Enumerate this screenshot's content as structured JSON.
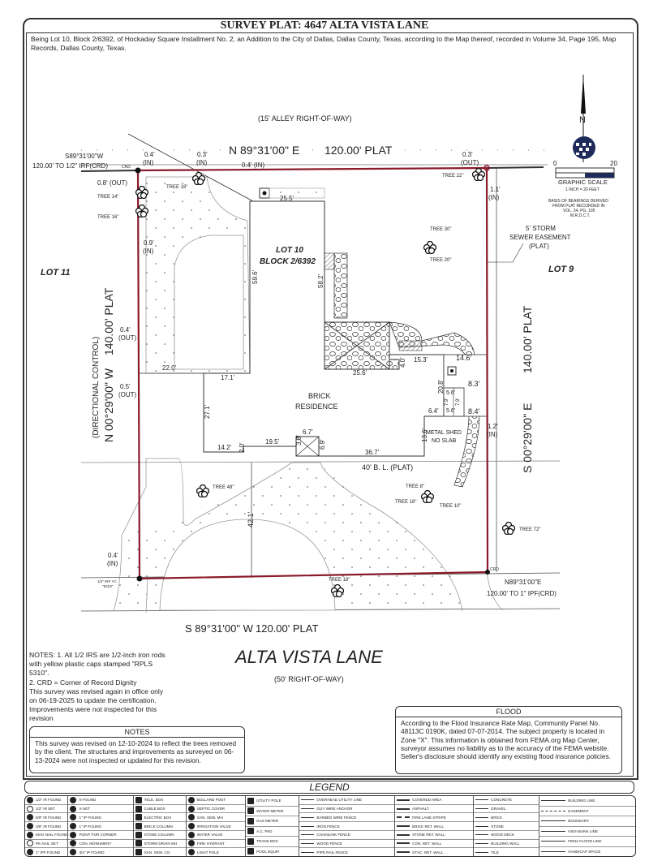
{
  "header": {
    "title": "SURVEY PLAT: 4647 ALTA VISTA LANE",
    "description": "Being Lot 10, Block 2/6392, of Hockaday Square Installment No. 2, an Addition to the City of Dallas, Dallas County, Texas, according to the Map thereof, recorded in Volume 34, Page 195, Map Records, Dallas County, Texas."
  },
  "colors": {
    "boundary": "#8b1a2a",
    "line": "#333333",
    "fill_navy": "#1d2a5a"
  },
  "north_arrow": {
    "letter": "N"
  },
  "scale": {
    "min": "0",
    "max": "20",
    "title": "GRAPHIC SCALE",
    "ratio": "1 INCH = 20 FEET",
    "basis": [
      "BASIS OF BEARINGS DERIVED",
      "FROM PLAT RECORDED IN",
      "VOL. 34, PG. 195",
      "M.R.D.C.T."
    ]
  },
  "labels": {
    "alley": "(15' ALLEY RIGHT-OF-WAY)",
    "north_bearing": "N 89°31'00\" E",
    "north_dist": "120.00' PLAT",
    "nw_bearing": "S89°31'00\"W",
    "nw_tie": "120.00' TO 1/2\" IRF(CRD)",
    "crd": "CRD",
    "nw_off1": "0.4'",
    "in": "(IN)",
    "out": "(OUT)",
    "nw_off2": "0.3'",
    "n_off3": "0.4' (IN)",
    "w_off1": "0.8' (OUT)",
    "w_off2": "0.9'",
    "ne_off": "0.3'",
    "e_off1": "1.1'",
    "garage_top": "25.5'",
    "garage_left": "59.6'",
    "garage_right": "58.2'",
    "lot": "LOT 10",
    "block": "BLOCK 2/6392",
    "easement": [
      "5' STORM",
      "SEWER EASEMENT",
      "(PLAT)"
    ],
    "lot9": "LOT 9",
    "lot11": "LOT 11",
    "w_off3": "0.4'",
    "w_off4": "0.5'",
    "west_control": "(DIRECTIONAL CONTROL)",
    "west_bearing": "N 00°29'00\" W",
    "west_dist": "140.00' PLAT",
    "east_bearing": "S 00°29'00\" E",
    "east_dist": "140.00' PLAT",
    "d22_0": "22.0'",
    "d17_1": "17.1'",
    "d27_1": "27.1'",
    "d14_2": "14.2'",
    "d2_0": "2.0'",
    "d19_5": "19.5'",
    "d6_7": "6.7'",
    "d3_0": "3.0'",
    "d6_9": "6.9'",
    "d36_7": "36.7'",
    "d25_6": "25.6'",
    "d4_0": "4.0'",
    "d15_3": "15.3'",
    "d14_6": "14.6'",
    "d20_8": "20.8'",
    "d8_3": "8.3'",
    "d5_6a": "5.6'",
    "d5_6b": "5.6'",
    "d7_9a": "7.9'",
    "d7_9b": "7.9'",
    "d8_4": "8.4'",
    "d6_4": "6.4'",
    "d13_6": "13.6'",
    "shed": [
      "METAL SHED",
      "NO SLAB"
    ],
    "e_off2": "1.2'",
    "residence": [
      "BRICK",
      "RESIDENCE"
    ],
    "bl": "40' B. L. (PLAT)",
    "d42_1": "42.1'",
    "sw_off": "0.4'",
    "sw_pin": [
      "1/2\" IRF YC",
      "\"5310\""
    ],
    "se_crd": "CRD",
    "se_bearing": "N89°31'00\"E",
    "se_tie": "120.00' TO 1\" IPF(CRD)",
    "south_bearing": "S 89°31'00\" W",
    "south_dist": "120.00' PLAT",
    "street": "ALTA VISTA LANE",
    "street_row": "(50' RIGHT-OF-WAY)"
  },
  "trees": [
    "TREE 18\"",
    "TREE 14\"",
    "TREE 16\"",
    "TREE 22\"",
    "TREE 30\"",
    "TREE 20\"",
    "TREE 48\"",
    "TREE 8\"",
    "TREE 18\"",
    "TREE 10\"",
    "TREE 72\"",
    "TREE 18\""
  ],
  "notes": {
    "lines": [
      "NOTES: 1. All 1/2 IRS are 1/2-inch iron rods",
      "with yellow plastic caps stamped \"RPLS",
      "5310\".",
      "2. CRD = Corner of Record Dignity",
      "This survey was revised again in office only",
      "on 06-19-2025 to update the certification.",
      "Improvements were not inspected for this",
      "revision"
    ],
    "box_title": "NOTES",
    "box_text": "This survey was revised on 12-10-2024 to reflect the trees removed by the client. The structures and improvements as surveyed on 06-13-2024 were not inspected or updated for this revision."
  },
  "flood": {
    "title": "FLOOD",
    "text": "According to the Flood Insurance Rate Map, Community Panel No. 48113C 0190K, dated 07-07-2014. The subject property is located in Zone \"X\". This information is obtained from FEMA.org Map Center, surveyor assumes no liability as to the accuracy of the FEMA website. Seller's disclosure should identify any existing flood insurance policies."
  },
  "legend": {
    "title": "LEGEND",
    "columns": [
      [
        "1/2\" IR FOUND",
        "1/2\" IR SET",
        "5/8\" IR FOUND",
        "3/8\" IR FOUND",
        "MAG NAIL FOUND",
        "PK NAIL SET",
        "1\" IPF FOUND"
      ],
      [
        "X-FOUND",
        "X-SET",
        "1\" IP FOUND",
        "1\" IP FOUND",
        "POINT FOR CORNER",
        "CON. MONUMENT",
        "3/4\" IP FOUND"
      ],
      [
        "TELE. BOX",
        "CABLE BOX",
        "ELECTRIC BOX",
        "BRICK COLUMN",
        "STONE COLUMN",
        "STORM DRAIN MH",
        "SAN. SEW. CO."
      ],
      [
        "BOLLARD POST",
        "SEPTIC COVER",
        "SAN. SEW. MH",
        "IRRIGATION VALVE",
        "WATER VALVE",
        "FIRE HYDRANT",
        "LIGHT POLE"
      ],
      [
        "UTILITY POLE",
        "WATER METER",
        "GAS METER",
        "A.C. PAD",
        "TRANS BOX",
        "POOL EQUIP."
      ],
      [
        "OVERHEAD UTILITY LINE",
        "GUY WIRE ANCHOR",
        "BARBED WIRE FENCE",
        "IRON FENCE",
        "CHAINLINK FENCE",
        "WOOD FENCE",
        "PIPE RAIL FENCE"
      ],
      [
        "COVERED AREA",
        "ASPHALT",
        "FIRE LANE STRIPE",
        "BRICK RET. WALL",
        "STONE RET. WALL",
        "CON. RET. WALL",
        "STVC. RET. WALL"
      ],
      [
        "CONCRETE",
        "GRAVEL",
        "BRICK",
        "STONE",
        "WOOD DECK",
        "BUILDING WALL",
        "TILE"
      ],
      [
        "BUILDING LINE",
        "EASEMENT",
        "BOUNDARY",
        "HIGH BANK LINE",
        "FEMA FLOOD LINE",
        "HANDICAP SPACE"
      ]
    ]
  }
}
